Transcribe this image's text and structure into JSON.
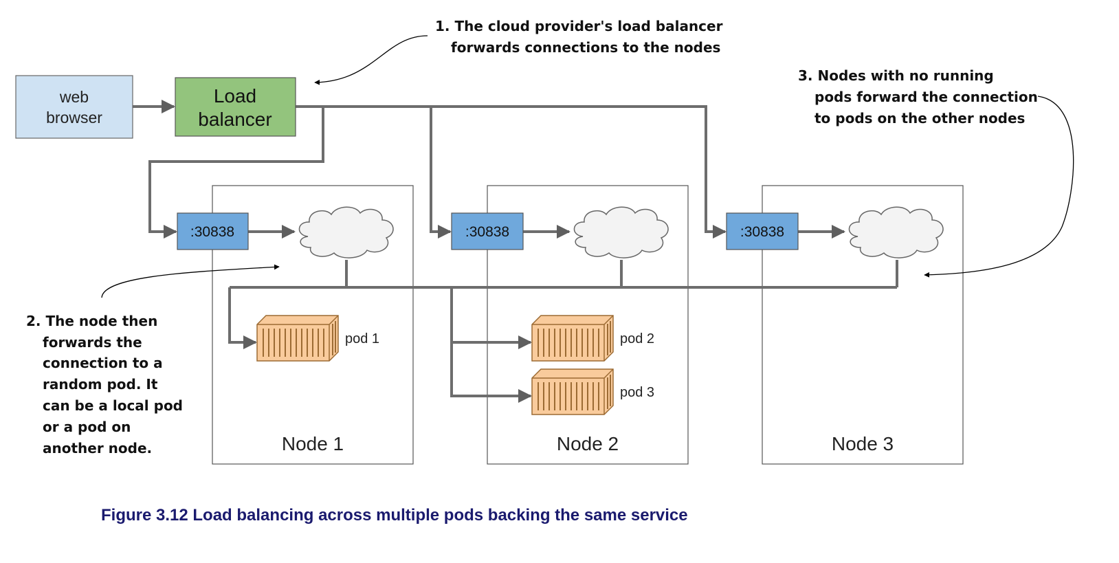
{
  "browser": {
    "line1": "web",
    "line2": "browser"
  },
  "load_balancer": {
    "line1": "Load",
    "line2": "balancer"
  },
  "node_port": ":30838",
  "nodes": [
    {
      "label": "Node 1"
    },
    {
      "label": "Node 2"
    },
    {
      "label": "Node 3"
    }
  ],
  "pods": [
    {
      "label": "pod 1"
    },
    {
      "label": "pod 2"
    },
    {
      "label": "pod 3"
    }
  ],
  "annotations": {
    "note1": [
      "1. The cloud provider's load balancer",
      "forwards connections to the nodes"
    ],
    "note2": [
      "2. The node then",
      "forwards the",
      "connection to a",
      "random pod. It",
      "can be a local pod",
      "or a pod on",
      "another node."
    ],
    "note3": [
      "3. Nodes with no running",
      "pods forward the connection",
      "to pods on the other nodes"
    ]
  },
  "caption": "Figure 3.12 Load balancing across multiple pods backing the same service",
  "colors": {
    "browser_fill": "#cfe2f3",
    "load_balancer_fill": "#93c47d",
    "port_fill": "#6fa8dc",
    "container_fill": "#f9cb9c",
    "container_stroke": "#b07a3a",
    "line": "#6d6d6d",
    "caption": "#1a1a6e"
  }
}
